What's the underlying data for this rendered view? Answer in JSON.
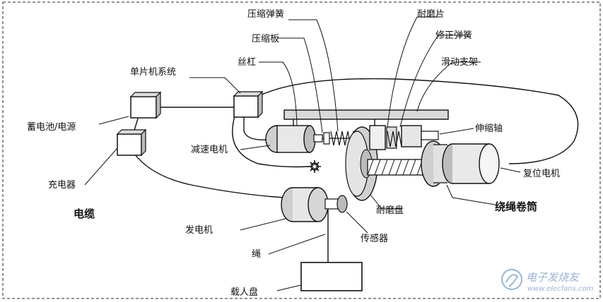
{
  "labels": {
    "compression_spring": "压缩弹簧",
    "compression_plate": "压缩板",
    "lead_screw": "丝杠",
    "mcu_system": "单片机系统",
    "battery_power": "蓄电池/电源",
    "charger": "充电器",
    "cable": "电缆",
    "reduction_motor": "减速电机",
    "generator": "发电机",
    "rope": "绳",
    "carrier_plate": "载人盘",
    "sensor": "传感器",
    "wear_disc": "耐磨盘",
    "wear_pad": "耐磨片",
    "correction_spring": "修正弹簧",
    "sliding_bracket": "滑动支架",
    "telescopic_shaft": "伸缩轴",
    "reset_motor": "复位电机",
    "rope_drum": "绕绳卷筒"
  },
  "watermark": {
    "text": "电子发烧友",
    "url": "www.elecfans.com"
  }
}
